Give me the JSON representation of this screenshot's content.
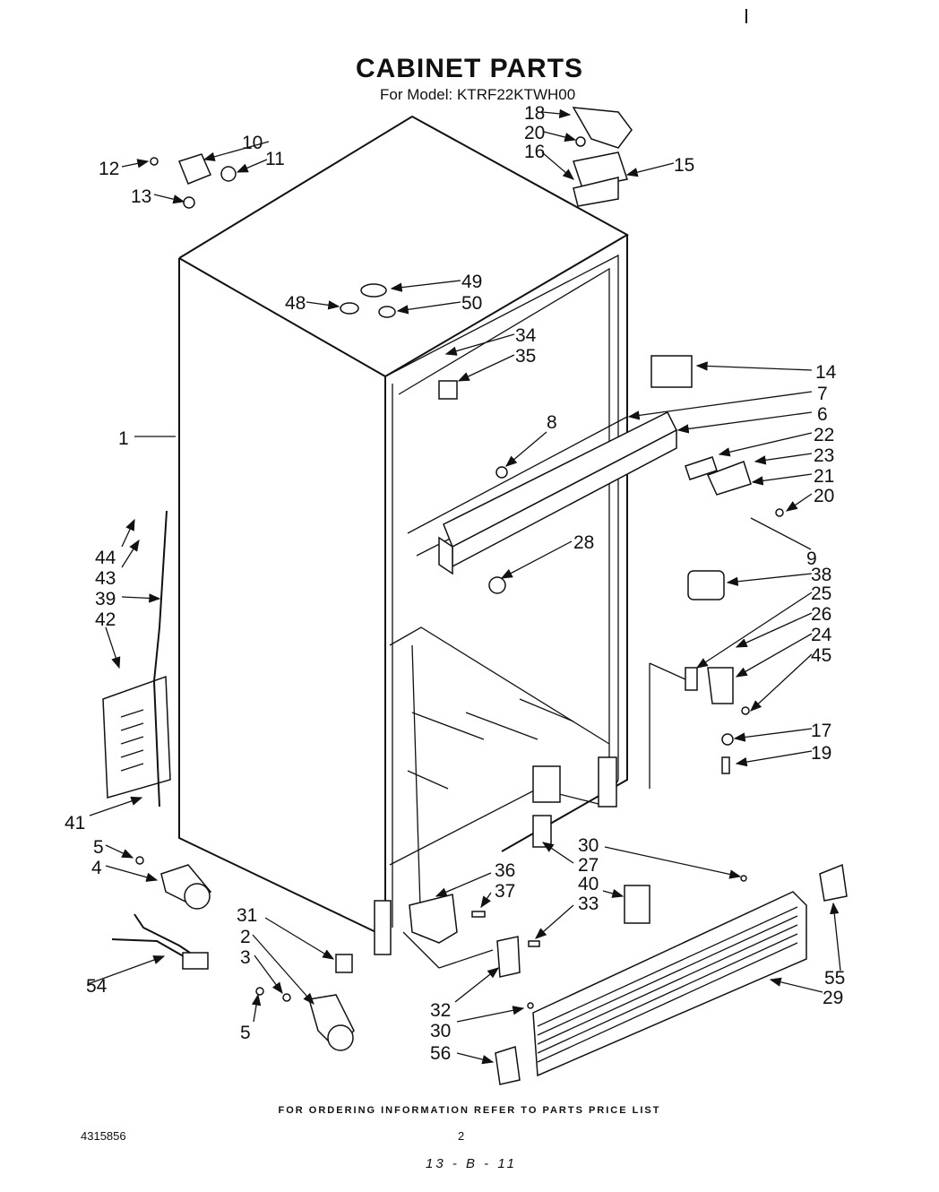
{
  "title": "CABINET PARTS",
  "subtitle": "For Model: KTRF22KTWH00",
  "footer_note": "FOR ORDERING INFORMATION REFER TO PARTS PRICE LIST",
  "doc_number": "4315856",
  "page_number": "2",
  "handwritten_note": "13 - B - 11",
  "callouts": [
    "1",
    "2",
    "3",
    "4",
    "5",
    "5",
    "6",
    "7",
    "8",
    "9",
    "10",
    "11",
    "12",
    "13",
    "14",
    "15",
    "16",
    "17",
    "18",
    "19",
    "20",
    "20",
    "21",
    "22",
    "23",
    "24",
    "25",
    "26",
    "27",
    "28",
    "29",
    "30",
    "30",
    "31",
    "32",
    "33",
    "34",
    "35",
    "36",
    "37",
    "38",
    "39",
    "40",
    "41",
    "42",
    "43",
    "44",
    "45",
    "48",
    "49",
    "50",
    "54",
    "55",
    "56"
  ]
}
